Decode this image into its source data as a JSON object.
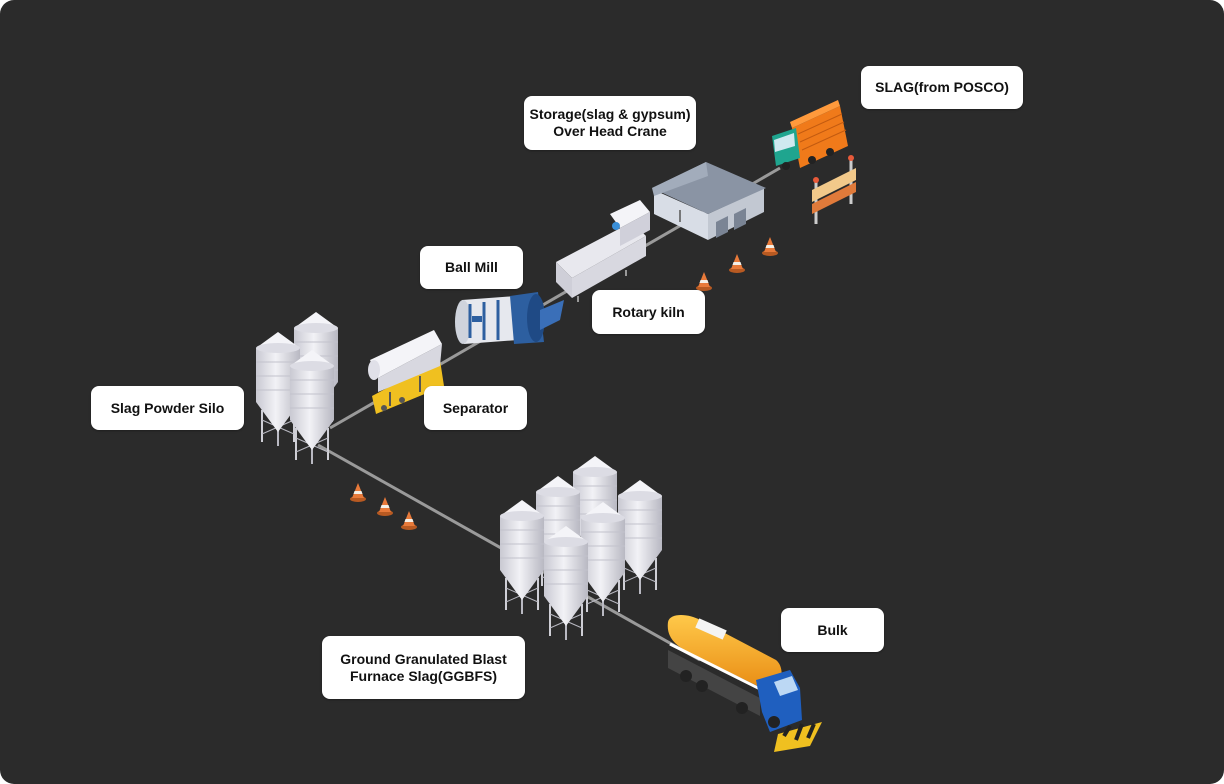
{
  "labels": {
    "slag_from_posco": "SLAG(from POSCO)",
    "storage_line1": "Storage(slag & gypsum)",
    "storage_line2": "Over Head Crane",
    "ball_mill": "Ball Mill",
    "rotary_kiln": "Rotary kiln",
    "slag_powder_silo": "Slag Powder Silo",
    "separator": "Separator",
    "ggbfs_line1": "Ground Granulated Blast",
    "ggbfs_line2": "Furnace Slag(GGBFS)",
    "bulk": "Bulk"
  },
  "colors": {
    "background": "#2b2b2b",
    "label_bg": "#ffffff",
    "pipe": "#9a9a9a",
    "silo": "#e4e4ea",
    "tanker_orange": "#f5a31a",
    "truck_cab_blue": "#1f5fbf",
    "dump_truck_orange": "#f07a1a",
    "dump_cab_teal": "#1fa58f",
    "ball_mill_blue": "#2d5fa0",
    "cone_orange": "#e87a3a"
  },
  "icons": [
    "dump-truck-icon",
    "barrier-icon",
    "warehouse-icon",
    "rotary-kiln-icon",
    "ball-mill-icon",
    "separator-icon",
    "silo-icon",
    "traffic-cone-icon",
    "tanker-truck-icon"
  ]
}
